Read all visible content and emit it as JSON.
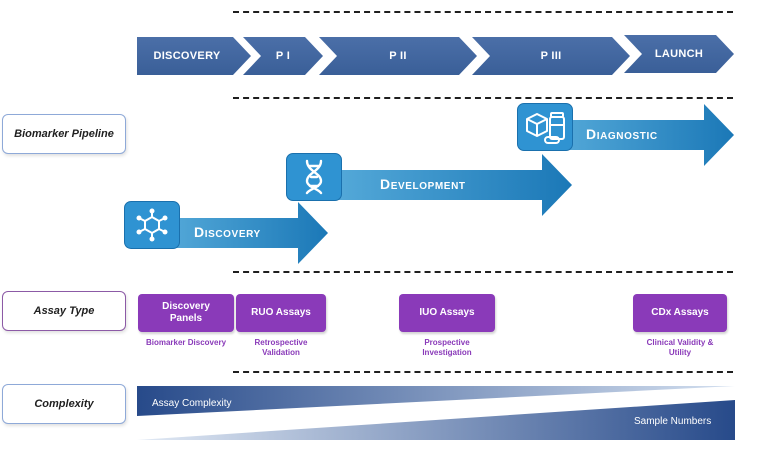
{
  "phases": [
    "DISCOVERY",
    "P I",
    "P II",
    "P III",
    "LAUNCH"
  ],
  "categories": {
    "pipeline": "Biomarker Pipeline",
    "assay": "Assay Type",
    "complexity": "Complexity"
  },
  "stages": [
    {
      "label": "Discovery",
      "icon": "molecule-network-icon"
    },
    {
      "label": "Development",
      "icon": "dna-helix-icon"
    },
    {
      "label": "Diagnostic",
      "icon": "diagnostic-kit-icon"
    }
  ],
  "assays": [
    {
      "label": "Discovery Panels",
      "sub": "Biomarker Discovery"
    },
    {
      "label": "RUO Assays",
      "sub": "Retrospective Validation"
    },
    {
      "label": "IUO Assays",
      "sub": "Prospective Investigation"
    },
    {
      "label": "CDx Assays",
      "sub": "Clinical Validity & Utility"
    }
  ],
  "complexity_labels": {
    "increasing": "Assay Complexity",
    "decreasing": "Sample Numbers"
  },
  "colors": {
    "phase": "#3f63a0",
    "stage_arrow_dark": "#1b78b7",
    "stage_arrow_light": "#5aaedc",
    "assay": "#8a3ab9",
    "triangle_dark": "#2a4f8e",
    "triangle_light": "#c9d8ec"
  }
}
